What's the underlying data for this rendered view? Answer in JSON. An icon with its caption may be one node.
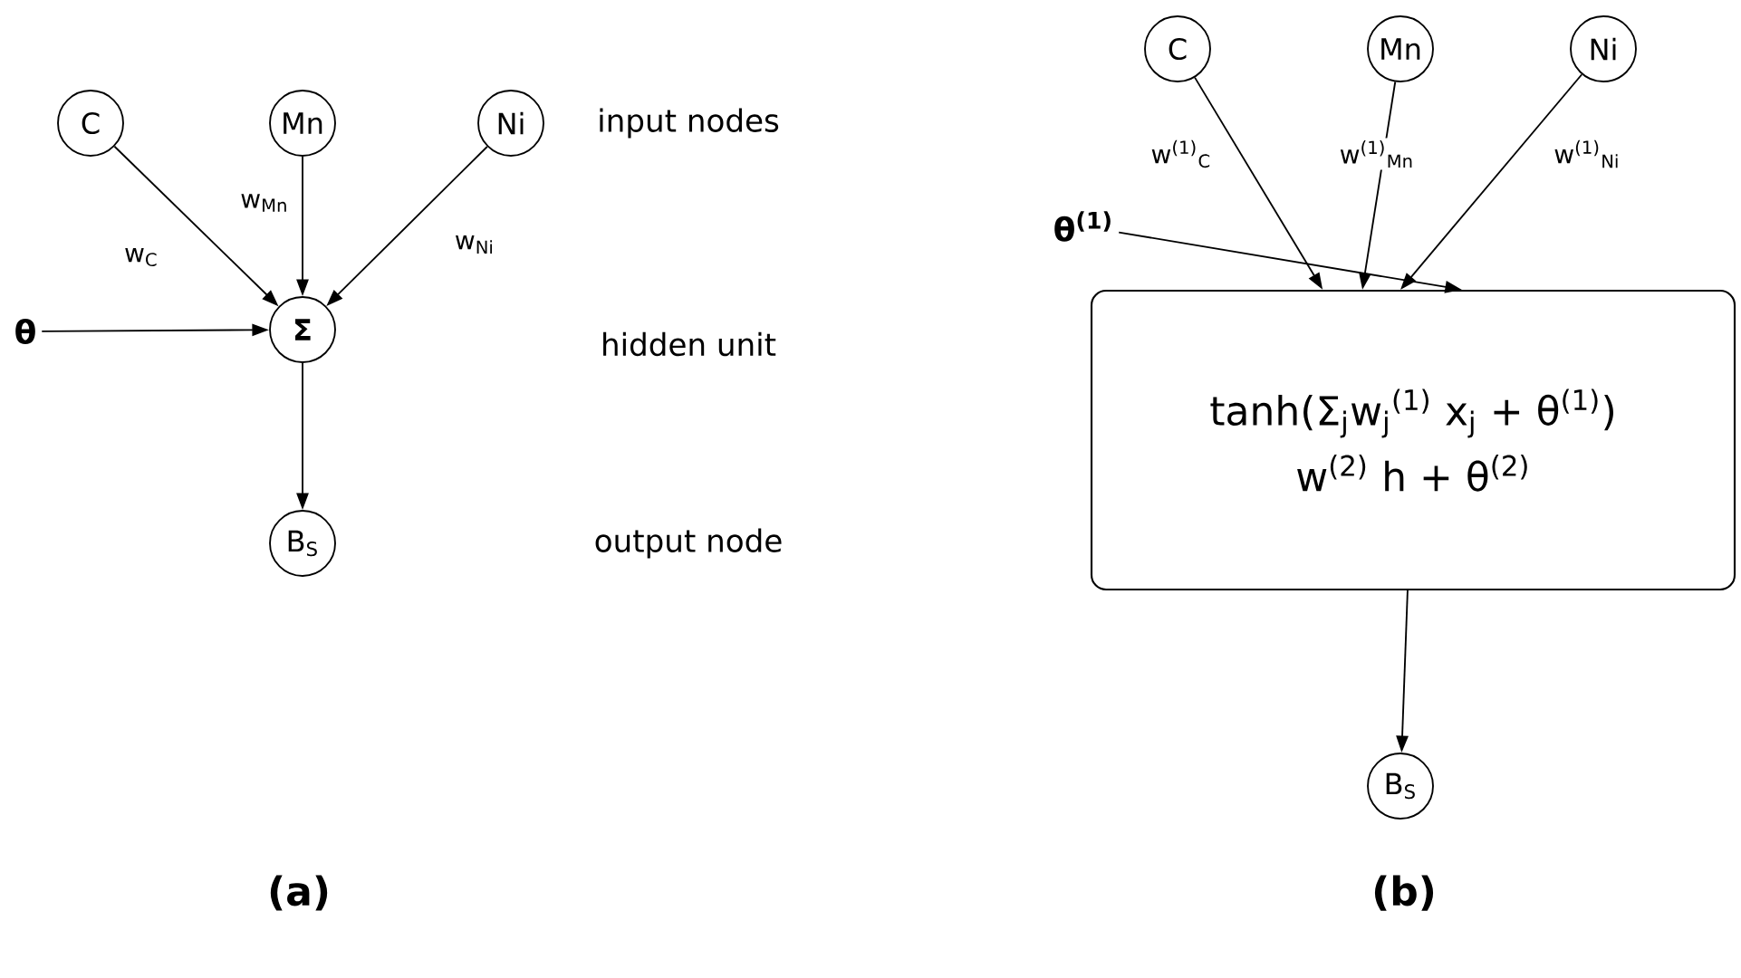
{
  "diagram": {
    "nodes": [
      {
        "text": [
          "C"
        ]
      },
      {
        "text": [
          "Mn"
        ]
      },
      {
        "text": [
          "Ni"
        ]
      },
      {
        "text": [
          "θ"
        ]
      },
      {
        "text": [
          "Σ"
        ]
      },
      {
        "text": [
          "B$_{S}$"
        ]
      },
      {
        "text": [
          "C"
        ]
      },
      {
        "text": [
          "Mn"
        ]
      },
      {
        "text": [
          "Ni"
        ]
      },
      {
        "text": [
          "θ$^{(1)}$"
        ]
      },
      {
        "text": [
          "tanh(Σ$_{j}$w$_{j}$$^{(1)}$ x$_{j}$ + θ$^{(1)}$)",
          "w$^{(2)}$ h + θ$^{(2)}$"
        ]
      },
      {
        "text": [
          "B$_{S}$"
        ]
      }
    ],
    "edges": [
      {
        "from": 0,
        "to": 4,
        "arrow": "to",
        "label": "w$_{C}$"
      },
      {
        "from": 1,
        "to": 4,
        "arrow": "to",
        "label": "w$_{Mn}$"
      },
      {
        "from": 2,
        "to": 4,
        "arrow": "to",
        "label": "w$_{Ni}$"
      },
      {
        "from": 3,
        "to": 4,
        "arrow": "to"
      },
      {
        "from": 4,
        "to": 5,
        "arrow": "to"
      },
      {
        "from": 6,
        "to": 10,
        "arrow": "to",
        "label": "w$^{(1)}$$_{C}$"
      },
      {
        "from": 7,
        "to": 10,
        "arrow": "to",
        "label": "w$^{(1)}$$_{Mn}$"
      },
      {
        "from": 8,
        "to": 10,
        "arrow": "to",
        "label": "w$^{(1)}$$_{Ni}$"
      },
      {
        "from": 9,
        "to": 10,
        "arrow": "to"
      },
      {
        "from": 10,
        "to": 11,
        "arrow": "to"
      }
    ],
    "labels": [
      "input nodes",
      "hidden unit",
      "output node",
      "(a)",
      "(b)"
    ]
  }
}
